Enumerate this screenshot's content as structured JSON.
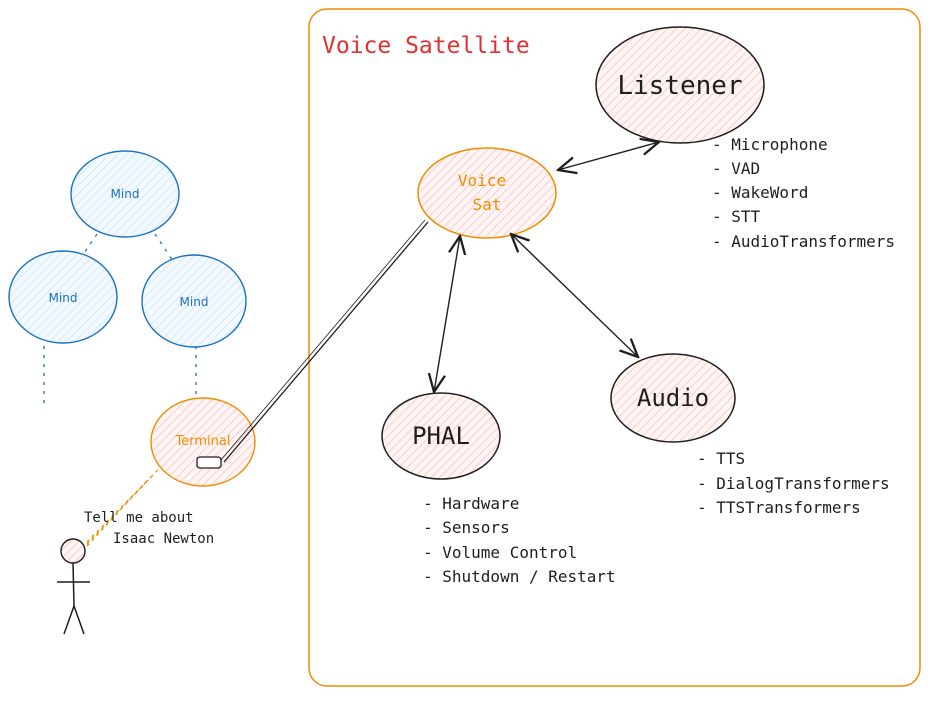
{
  "title": "Voice Satellite",
  "colors": {
    "title": "#e03131",
    "frame": "#f08c00",
    "mind": "#1971c2",
    "mind_fill": "#d0ebff",
    "node_stroke": "#1e1e1e",
    "node_fill": "#ffc9c9",
    "orange": "#f08c00",
    "orange_fill": "#ffe3e3",
    "text": "#1e1e1e"
  },
  "minds": {
    "top": "Mind",
    "left": "Mind",
    "right": "Mind"
  },
  "terminal": {
    "label": "Terminal"
  },
  "user": {
    "speech_line1": "Tell me about",
    "speech_line2": "Isaac Newton"
  },
  "voice_sat": {
    "line1": "Voice",
    "line2": "Sat"
  },
  "listener": {
    "label": "Listener",
    "items": [
      "- Microphone",
      "- VAD",
      "- WakeWord",
      "- STT",
      "- AudioTransformers"
    ]
  },
  "audio": {
    "label": "Audio",
    "items": [
      "- TTS",
      "- DialogTransformers",
      "- TTSTransformers"
    ]
  },
  "phal": {
    "label": "PHAL",
    "items": [
      "- Hardware",
      "- Sensors",
      "- Volume Control",
      "- Shutdown / Restart"
    ]
  },
  "icons": {
    "user": "stick-figure-icon",
    "device": "device-icon"
  }
}
